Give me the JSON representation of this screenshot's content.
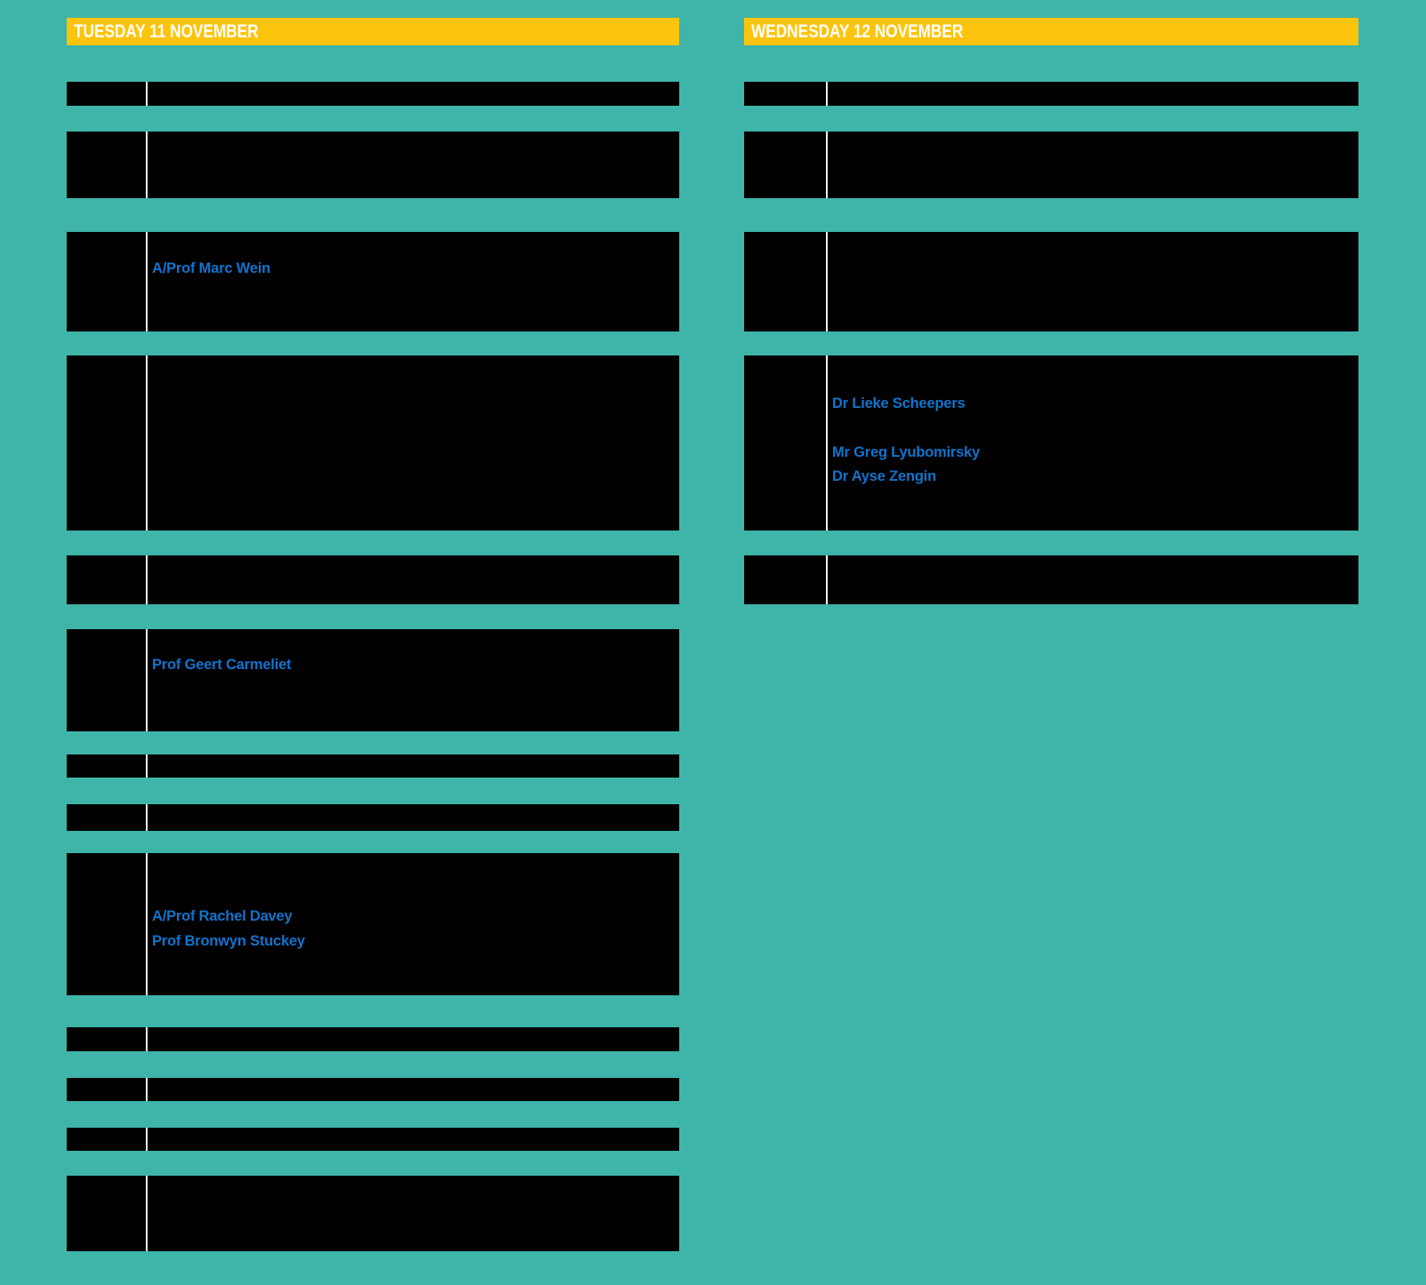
{
  "page": {
    "description": "Two-day conference program schedule with redacted session blocks",
    "background_color": "#3FB5AA"
  },
  "colors": {
    "day_header_bg": "#FDC40D",
    "day_header_text": "#FFFFFF",
    "session_block": "#000000",
    "speaker_name": "#1273CC",
    "cell_divider": "#F4F4F2"
  },
  "columns": [
    {
      "header": "TUESDAY 11 NOVEMBER",
      "rows": [
        {
          "speakers": []
        },
        {
          "speakers": []
        },
        {
          "speakers": [
            "A/Prof Marc Wein"
          ]
        },
        {
          "speakers": []
        },
        {
          "speakers": []
        },
        {
          "speakers": [
            "Prof Geert Carmeliet"
          ]
        },
        {
          "speakers": []
        },
        {
          "speakers": []
        },
        {
          "speakers": [
            "A/Prof Rachel Davey",
            "Prof Bronwyn Stuckey"
          ]
        },
        {
          "speakers": []
        },
        {
          "speakers": []
        },
        {
          "speakers": []
        },
        {
          "speakers": []
        }
      ]
    },
    {
      "header": "WEDNESDAY 12 NOVEMBER",
      "rows": [
        {
          "speakers": []
        },
        {
          "speakers": []
        },
        {
          "speakers": []
        },
        {
          "speakers": [
            "Dr Lieke Scheepers",
            "Mr Greg Lyubomirsky",
            "Dr Ayse Zengin"
          ]
        },
        {
          "speakers": []
        }
      ]
    }
  ]
}
